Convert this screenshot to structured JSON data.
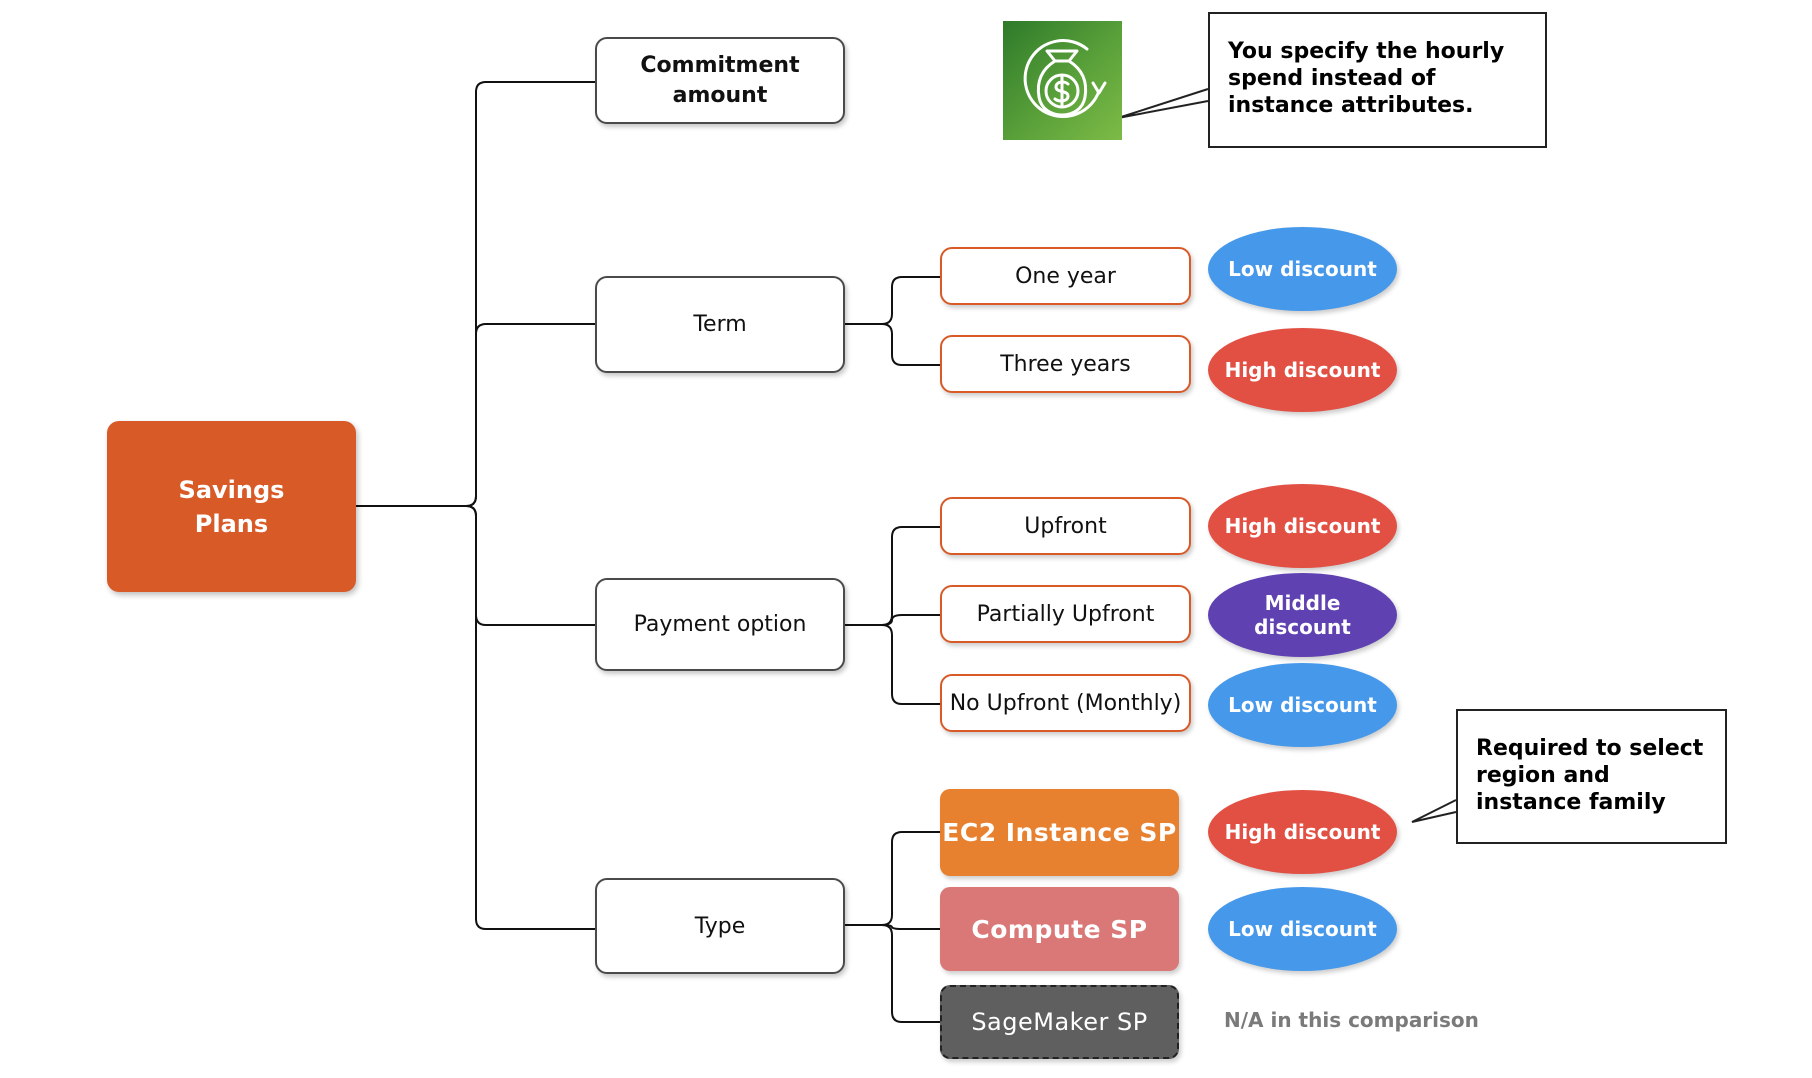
{
  "root": {
    "label_line1": "Savings",
    "label_line2": "Plans"
  },
  "branches": {
    "commitment": {
      "line1": "Commitment",
      "line2": "amount"
    },
    "term": {
      "label": "Term",
      "options": [
        {
          "label": "One year",
          "discount": "Low discount"
        },
        {
          "label": "Three years",
          "discount": "High discount"
        }
      ]
    },
    "payment": {
      "label": "Payment option",
      "options": [
        {
          "label": "Upfront",
          "discount": "High discount"
        },
        {
          "label": "Partially Upfront",
          "discount_line1": "Middle",
          "discount_line2": "discount"
        },
        {
          "label": "No Upfront (Monthly)",
          "discount": "Low discount"
        }
      ]
    },
    "type": {
      "label": "Type",
      "options": [
        {
          "label": "EC2 Instance SP",
          "discount": "High discount"
        },
        {
          "label": "Compute SP",
          "discount": "Low discount"
        },
        {
          "label": "SageMaker SP",
          "note": "N/A in this comparison"
        }
      ]
    }
  },
  "callouts": {
    "hourly": {
      "line1": "You specify the hourly",
      "line2": "spend instead of",
      "line3": "instance attributes."
    },
    "ec2": {
      "line1": "Required to select",
      "line2": "region and",
      "line3": "instance family"
    }
  },
  "icon": "money-bag-dollar-icon",
  "colors": {
    "root": "#d85a27",
    "option_border": "#d85a27",
    "low_discount": "#4598ea",
    "high_discount": "#e24f43",
    "middle_discount": "#5f41b2",
    "ec2_instance_sp": "#e8812f",
    "compute_sp": "#da7777",
    "sagemaker_sp": "#5f5f5f"
  }
}
